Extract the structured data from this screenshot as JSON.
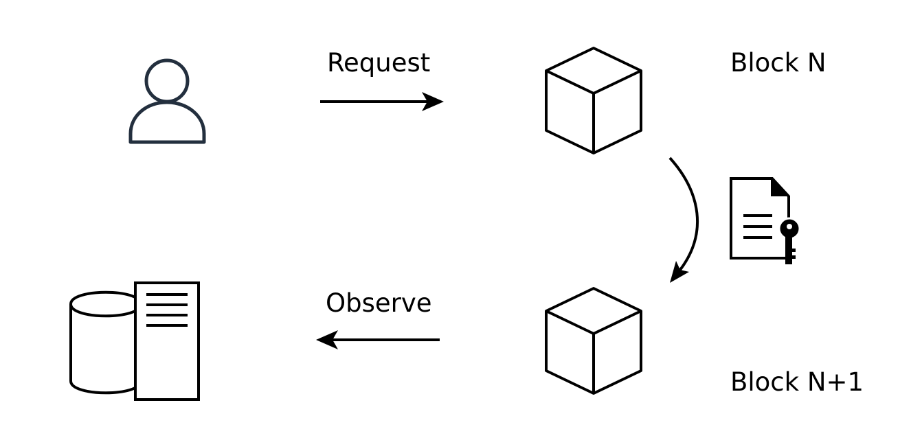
{
  "diagram": {
    "labels": {
      "request": "Request",
      "observe": "Observe",
      "block_n": "Block N",
      "block_n1": "Block N+1"
    },
    "icons": {
      "user": "user-icon",
      "block_n": "cube-icon",
      "block_n1": "cube-icon",
      "signed_document": "document-key-icon",
      "storage": "database-document-icon"
    },
    "colors": {
      "user_stroke": "#232f3e",
      "stroke": "#000000",
      "background": "#ffffff"
    }
  }
}
